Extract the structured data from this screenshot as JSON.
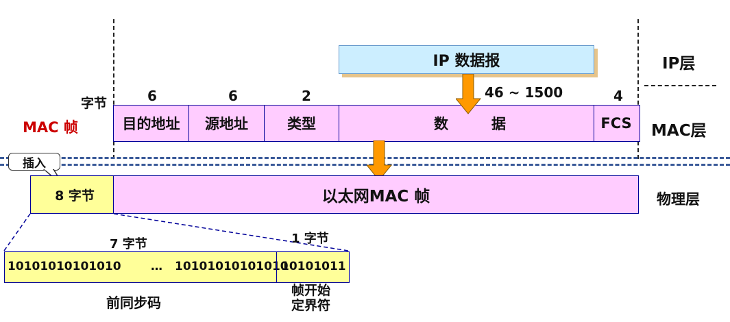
{
  "ip_layer": {
    "datagram_label": "IP 数据报",
    "layer_label": "IP层"
  },
  "mac_layer": {
    "bytes_caption": "字节",
    "frame_label": "MAC 帧",
    "layer_label": "MAC层",
    "sizes": [
      "6",
      "6",
      "2",
      "46 ~ 1500",
      "4"
    ],
    "fields": [
      "目的地址",
      "源地址",
      "类型",
      "数",
      "据",
      "FCS"
    ]
  },
  "physical_layer": {
    "insert_label": "插入",
    "preamble_size": "8 字节",
    "ethernet_frame_label": "以太网MAC 帧",
    "layer_label": "物理层"
  },
  "preamble_detail": {
    "preamble_bytes": "7 字节",
    "sfd_bytes": "1 字节",
    "preamble_pattern_start": "10101010101010",
    "ellipsis": "…",
    "preamble_pattern_end": "10101010101010",
    "sfd_pattern": "10101011",
    "preamble_name": "前同步码",
    "sfd_name_line1": "帧开始",
    "sfd_name_line2": "定界符"
  },
  "colors": {
    "pink": "#ffccff",
    "light_blue": "#cceeff",
    "yellow": "#ffff99",
    "blue_border": "#000099",
    "red_text": "#cc0000",
    "arrow_orange": "#ff9900"
  }
}
